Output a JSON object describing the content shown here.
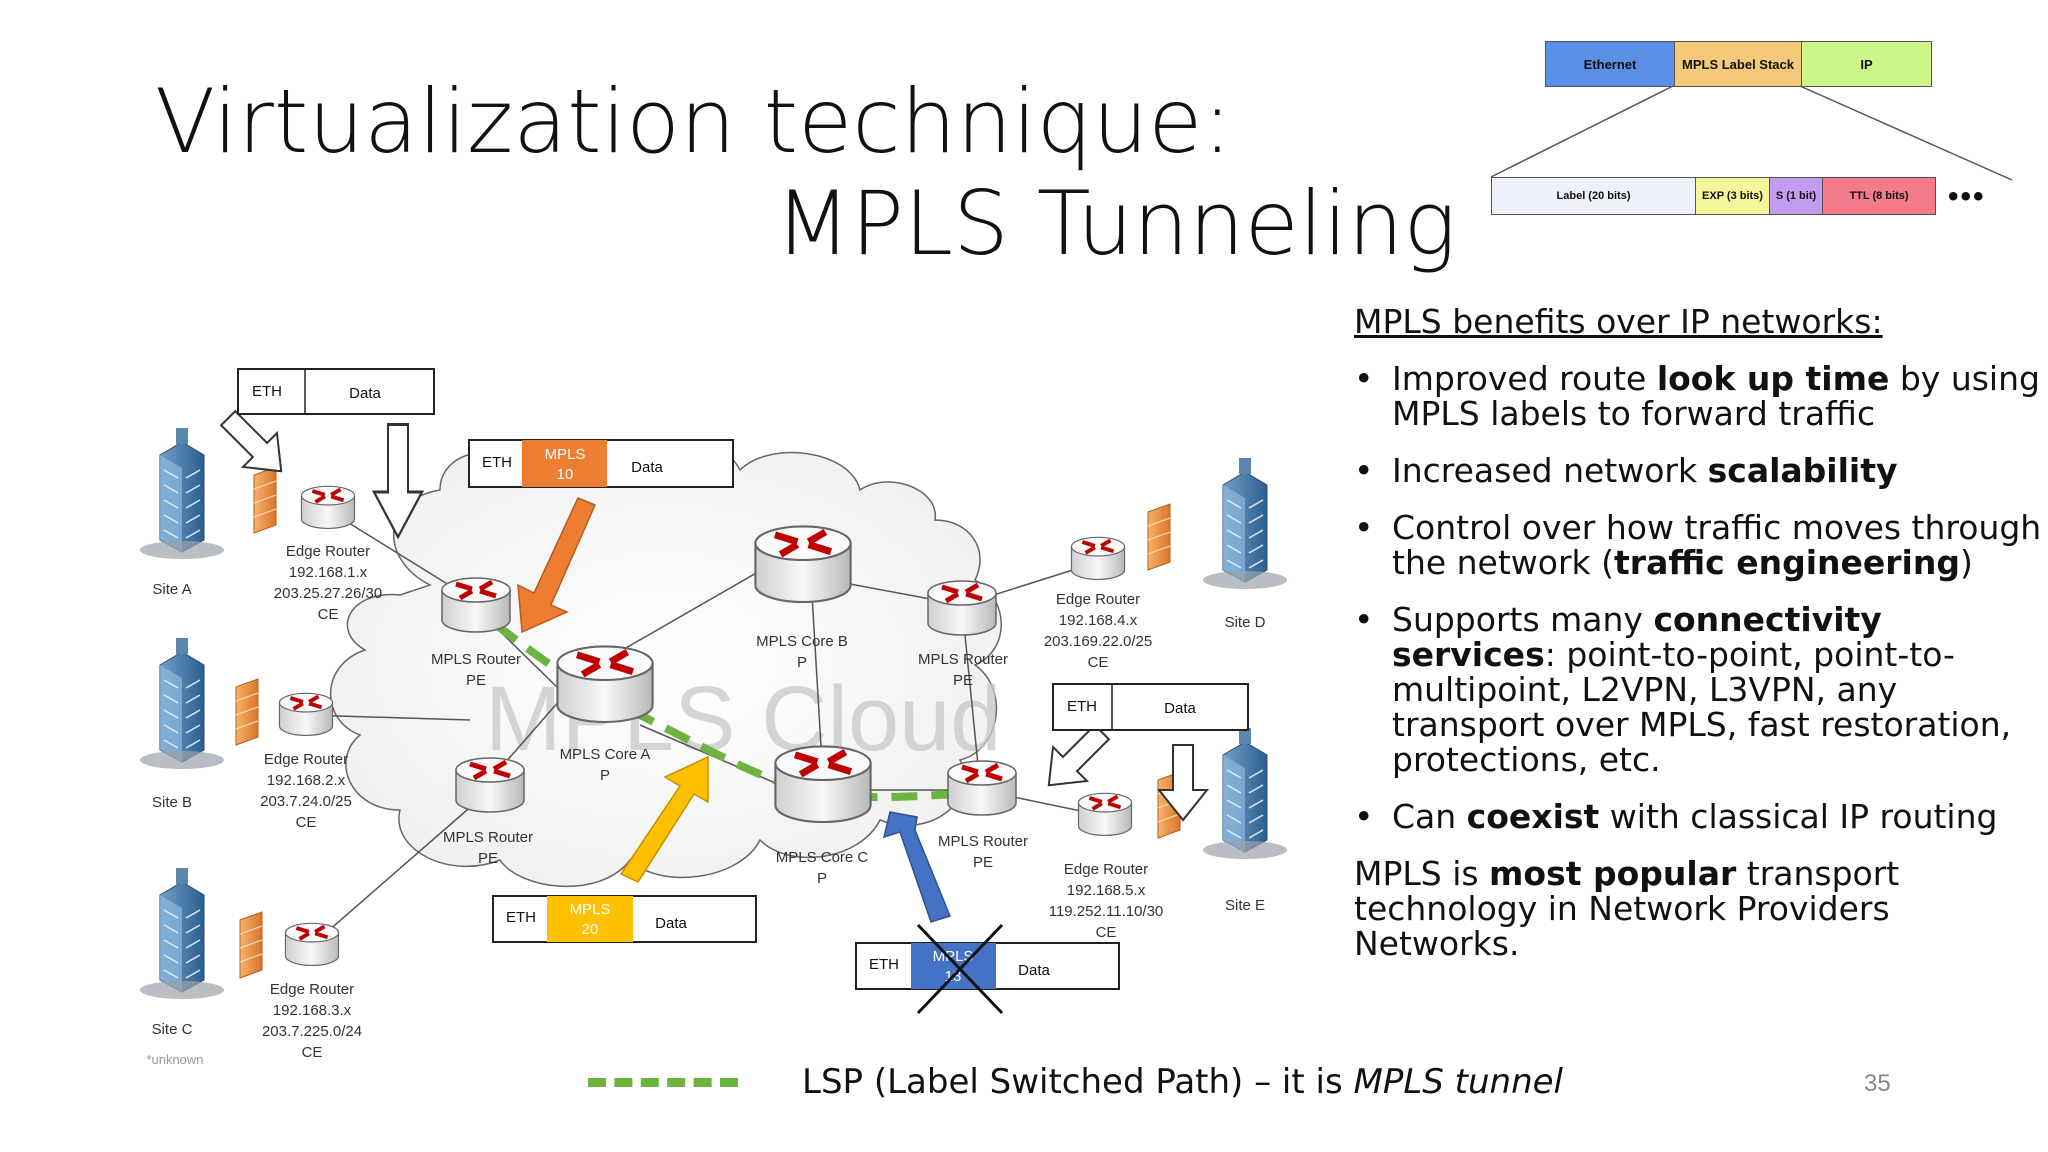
{
  "title_line1": "Virtualization technique:",
  "title_line2": "MPLS Tunneling",
  "header_diagram": {
    "ethernet": "Ethernet",
    "mpls_stack": "MPLS Label Stack",
    "ip": "IP",
    "label": "Label (20 bits)",
    "exp": "EXP (3 bits)",
    "s": "S (1 bit)",
    "ttl": "TTL (8 bits)",
    "more": "•••"
  },
  "benefits": {
    "heading": "MPLS benefits over IP networks:",
    "b1_pre": "Improved route ",
    "b1_bold": "look up time",
    "b1_post": " by using MPLS labels to forward traffic",
    "b2_pre": "Increased network ",
    "b2_bold": "scalability",
    "b3_pre": "Control over how traffic moves through the network (",
    "b3_bold": "traffic engineering",
    "b3_post": ")",
    "b4_pre": "Supports many ",
    "b4_bold": "connectivity services",
    "b4_post": ": point-to-point, point-to-multipoint, L2VPN, L3VPN, any transport over MPLS, fast restoration, protections, etc.",
    "b5_pre": "Can ",
    "b5_bold": "coexist",
    "b5_post": " with classical IP routing",
    "p_pre": "MPLS is ",
    "p_bold": "most popular",
    "p_post": " transport technology in Network Providers Networks."
  },
  "legend": {
    "text_pre": "LSP (Label Switched Path) – it is ",
    "text_italic": "MPLS tunnel"
  },
  "page_number": "35",
  "diagram": {
    "cloud_watermark": "MPLS Cloud",
    "credit": "*unknown",
    "site_a": "Site A",
    "site_b": "Site B",
    "site_c": "Site C",
    "site_d": "Site D",
    "site_e": "Site E",
    "edge_a": [
      "Edge Router",
      "192.168.1.x",
      "203.25.27.26/30",
      "CE"
    ],
    "edge_b": [
      "Edge Router",
      "192.168.2.x",
      "203.7.24.0/25",
      "CE"
    ],
    "edge_c": [
      "Edge Router",
      "192.168.3.x",
      "203.7.225.0/24",
      "CE"
    ],
    "edge_d": [
      "Edge Router",
      "192.168.4.x",
      "203.169.22.0/25",
      "CE"
    ],
    "edge_e": [
      "Edge Router",
      "192.168.5.x",
      "119.252.11.10/30",
      "CE"
    ],
    "pe1": [
      "MPLS Router",
      "PE"
    ],
    "pe2": [
      "MPLS Router",
      "PE"
    ],
    "pe3": [
      "MPLS Router",
      "PE"
    ],
    "pe4": [
      "MPLS Router",
      "PE"
    ],
    "core_a": [
      "MPLS Core A",
      "P"
    ],
    "core_b": [
      "MPLS Core B",
      "P"
    ],
    "core_c": [
      "MPLS Core C",
      "P"
    ],
    "packet1": {
      "eth": "ETH",
      "data": "Data"
    },
    "packet2": {
      "eth": "ETH",
      "mpls": "MPLS",
      "label": "10",
      "data": "Data"
    },
    "packet3": {
      "eth": "ETH",
      "mpls": "MPLS",
      "label": "20",
      "data": "Data"
    },
    "packet4": {
      "eth": "ETH",
      "mpls": "MPLS",
      "label": "13",
      "data": "Data"
    },
    "packet5": {
      "eth": "ETH",
      "data": "Data"
    },
    "colors": {
      "orange": "#ed7d31",
      "yellow": "#ffc000",
      "blue": "#4472c4",
      "green": "#6db33f"
    }
  }
}
